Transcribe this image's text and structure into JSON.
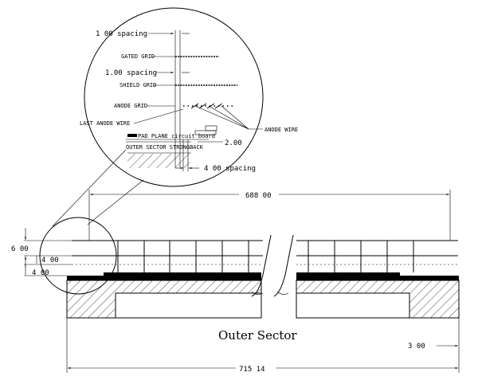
{
  "labels": {
    "spacing_gated": "1 00 spacing",
    "gated_grid": "GATED GRID",
    "spacing_shield": "1.00 spacing",
    "shield_grid": "SHIELD GRID",
    "anode_grid": "ANODE GRID",
    "last_anode_wire": "LAST ANODE WIRE",
    "anode_wire": "ANODE WIRE",
    "pad_plane": "PAD PLANE circuit board",
    "outer_sector_strongback": "OUTER SECTOR STRONGBACK",
    "dim_2_00": "2.00",
    "spacing_anode": "4 00 spacing",
    "dim_688": "688 00",
    "dim_6_00": "6 00",
    "dim_4_00_a": "4 00",
    "dim_4_00_b": "4 00",
    "title": "Outer Sector",
    "dim_3_00": "3 00",
    "dim_715": "715 14"
  }
}
